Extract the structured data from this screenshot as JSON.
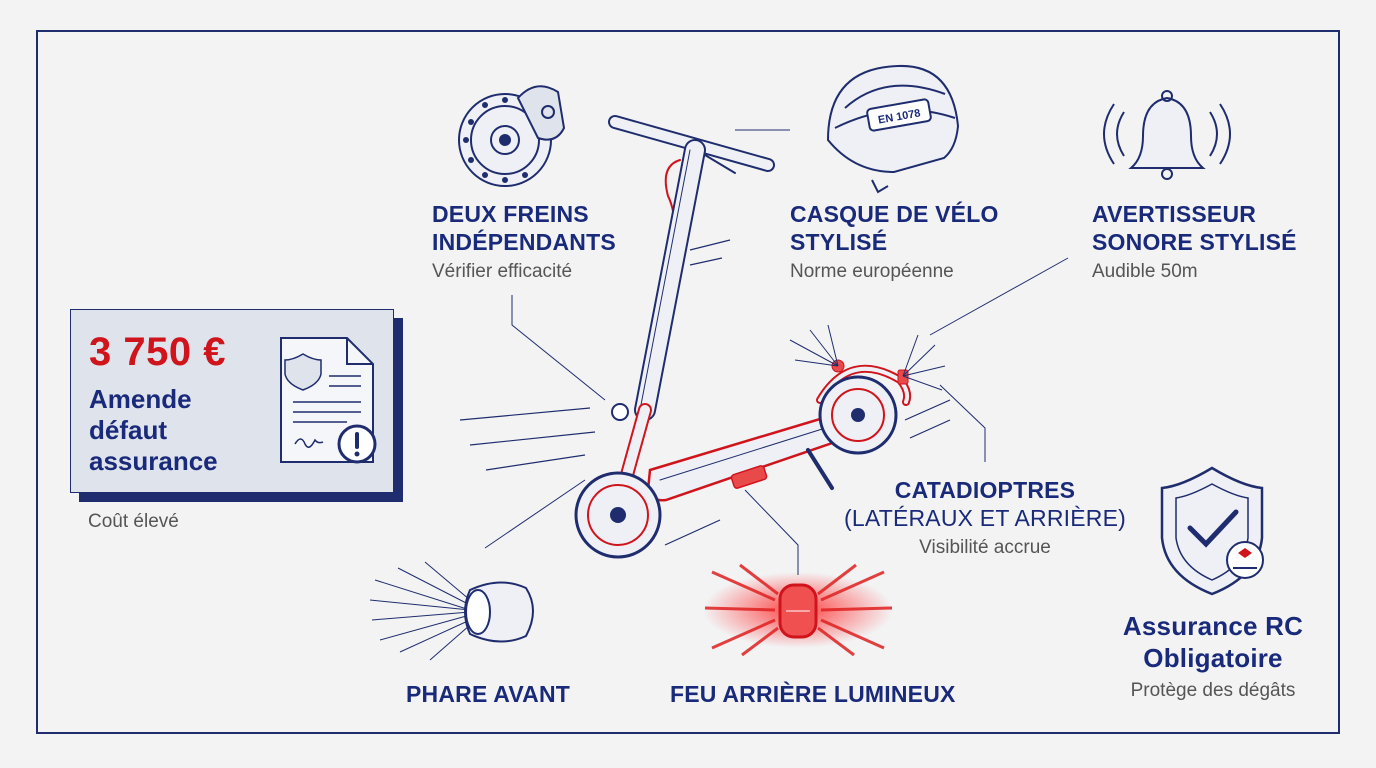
{
  "features": {
    "brakes": {
      "title_1": "DEUX FREINS",
      "title_2": "INDÉPENDANTS",
      "subtitle": "Vérifier efficacité"
    },
    "helmet": {
      "title_1": "CASQUE DE VÉLO",
      "title_2": "STYLISÉ",
      "subtitle": "Norme européenne",
      "badge": "EN 1078"
    },
    "horn": {
      "title_1": "AVERTISSEUR",
      "title_2": "SONORE STYLISÉ",
      "subtitle": "Audible 50m"
    },
    "reflectors": {
      "title_1": "CATADIOPTRES",
      "title_2": "(LATÉRAUX ET ARRIÈRE)",
      "subtitle": "Visibilité accrue"
    },
    "headlight": {
      "title": "PHARE AVANT"
    },
    "taillight": {
      "title": "FEU ARRIÈRE LUMINEUX"
    },
    "insurance": {
      "title_1": "Assurance RC",
      "title_2": "Obligatoire",
      "subtitle": "Protège des dégâts"
    }
  },
  "fine": {
    "amount": "3 750 €",
    "line_1": "Amende",
    "line_2": "défaut",
    "line_3": "assurance",
    "caption": "Coût élevé"
  },
  "colors": {
    "navy": "#1a2a7a",
    "red": "#d0141c",
    "background": "#f3f3f4"
  }
}
